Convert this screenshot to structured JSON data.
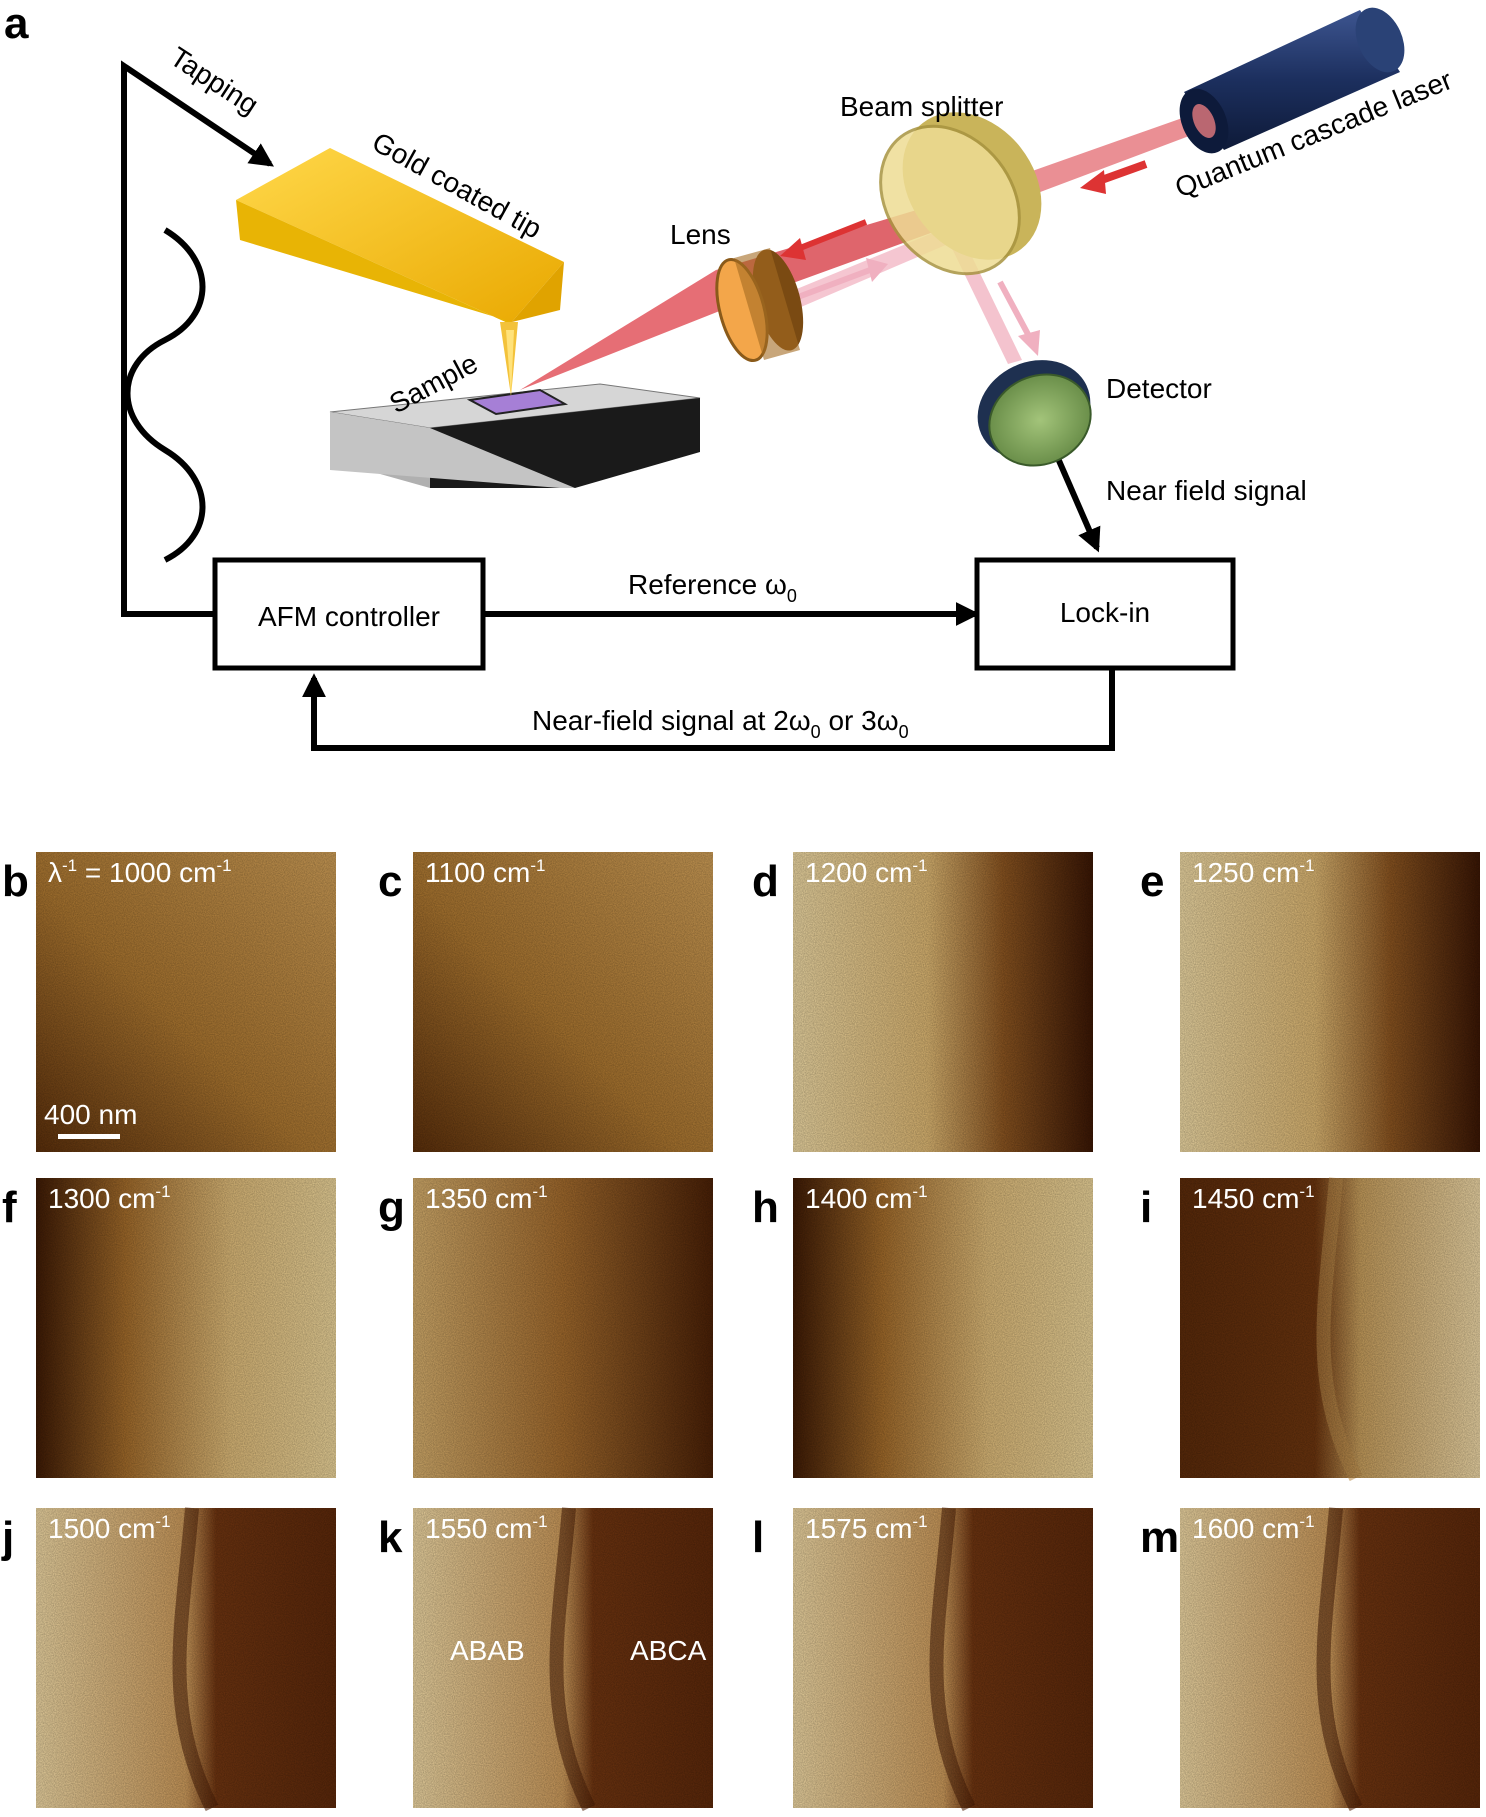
{
  "panel_a": {
    "letter": "a",
    "labels": {
      "tapping": "Tapping",
      "gold_tip": "Gold coated tip",
      "sample": "Sample",
      "lens": "Lens",
      "beam_splitter": "Beam splitter",
      "laser": "Quantum cascade laser",
      "detector": "Detector",
      "near_field_signal": "Near field signal",
      "afm_controller": "AFM controller",
      "lock_in": "Lock-in",
      "reference": "Reference ω",
      "reference_sub": "0",
      "feedback_pre": "Near-field signal at 2ω",
      "feedback_sub1": "0",
      "feedback_mid": " or 3ω",
      "feedback_sub2": "0"
    },
    "colors": {
      "tip": "#f6c516",
      "laser_body": "#1c2f5e",
      "beam": "#e35a5a",
      "return_beam": "#f2b8c6",
      "splitter": "#e8d88a",
      "lens": "#c97a1e",
      "detector": "#7fa35a",
      "sample_top": "#bcbcbc",
      "sample_chip": "#a67fd6"
    }
  },
  "tiles": [
    {
      "letter": "b",
      "label": "λ",
      "sup": "-1",
      "tail": " = 1000 cm",
      "tail_sup": "-1",
      "pattern": "dim-left"
    },
    {
      "letter": "c",
      "label": "",
      "sup": "",
      "tail": "1100 cm",
      "tail_sup": "-1",
      "pattern": "dim-left"
    },
    {
      "letter": "d",
      "label": "",
      "sup": "",
      "tail": "1200 cm",
      "tail_sup": "-1",
      "pattern": "bright-left"
    },
    {
      "letter": "e",
      "label": "",
      "sup": "",
      "tail": "1250 cm",
      "tail_sup": "-1",
      "pattern": "bright-left"
    },
    {
      "letter": "f",
      "label": "",
      "sup": "",
      "tail": "1300 cm",
      "tail_sup": "-1",
      "pattern": "dark-left"
    },
    {
      "letter": "g",
      "label": "",
      "sup": "",
      "tail": "1350 cm",
      "tail_sup": "-1",
      "pattern": "mid"
    },
    {
      "letter": "h",
      "label": "",
      "sup": "",
      "tail": "1400 cm",
      "tail_sup": "-1",
      "pattern": "dark-left"
    },
    {
      "letter": "i",
      "label": "",
      "sup": "",
      "tail": "1450 cm",
      "tail_sup": "-1",
      "pattern": "dark-left-curve"
    },
    {
      "letter": "j",
      "label": "",
      "sup": "",
      "tail": "1500 cm",
      "tail_sup": "-1",
      "pattern": "bright-left-curve"
    },
    {
      "letter": "k",
      "label": "",
      "sup": "",
      "tail": "1550 cm",
      "tail_sup": "-1",
      "pattern": "bright-left-curve"
    },
    {
      "letter": "l",
      "label": "",
      "sup": "",
      "tail": "1575 cm",
      "tail_sup": "-1",
      "pattern": "bright-left-curve"
    },
    {
      "letter": "m",
      "label": "",
      "sup": "",
      "tail": "1600 cm",
      "tail_sup": "-1",
      "pattern": "bright-left-curve"
    }
  ],
  "scale_bar": "400 nm",
  "domain_labels": {
    "left": "ABAB",
    "right": "ABCA"
  }
}
